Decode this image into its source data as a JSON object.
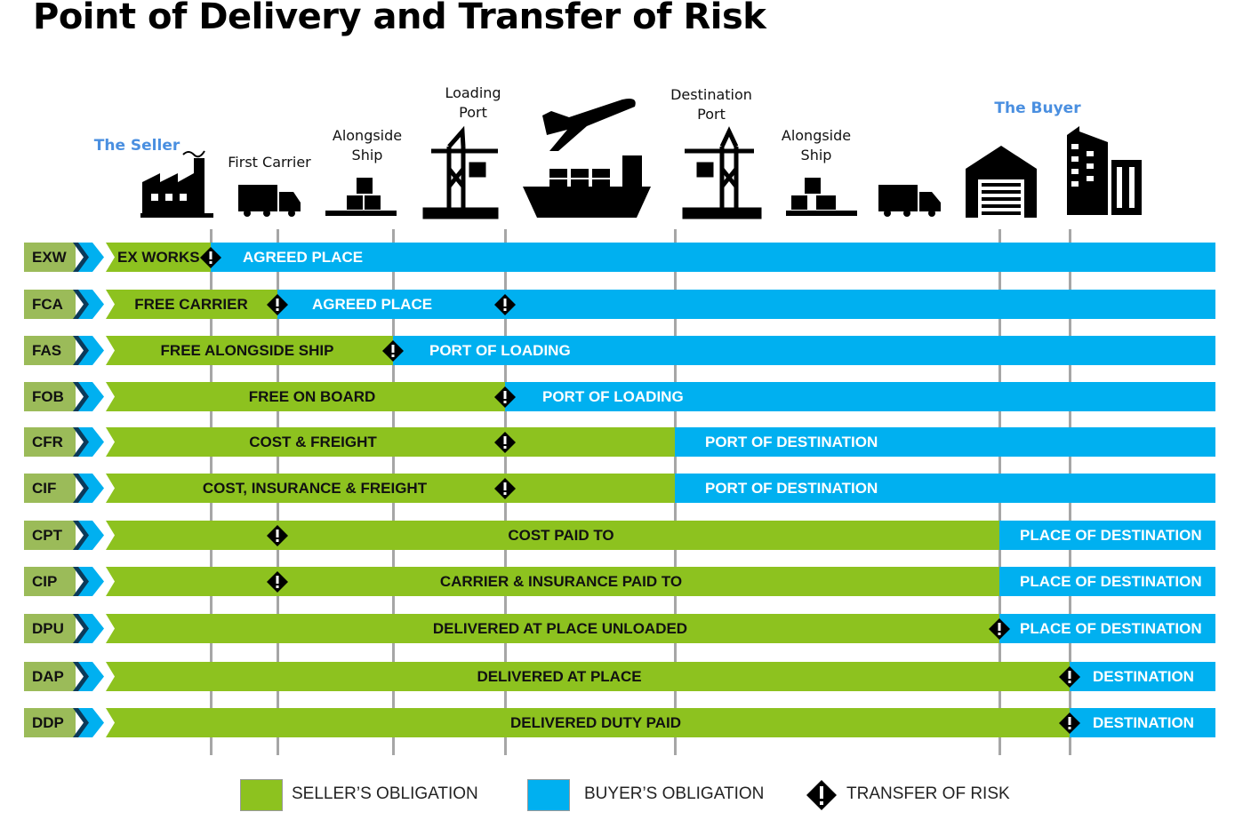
{
  "title": "Point of Delivery and Transfer of Risk",
  "parties": {
    "seller": "The Seller",
    "buyer": "The Buyer"
  },
  "stage_headers": [
    {
      "line1": "First Carrier",
      "line2": ""
    },
    {
      "line1": "Alongside",
      "line2": "Ship"
    },
    {
      "line1": "Loading",
      "line2": "Port"
    },
    {
      "line1": "Destination",
      "line2": "Port"
    },
    {
      "line1": "Alongside",
      "line2": "Ship"
    }
  ],
  "stages": [
    "seller-premises",
    "first-carrier",
    "alongside-ship-origin",
    "loading-port",
    "destination-port",
    "buyer-place",
    "buyer"
  ],
  "icons": [
    "factory-icon",
    "truck-icon",
    "alongside-ship-icon",
    "crane-icon",
    "airplane-icon",
    "cargo-ship-icon",
    "crane-icon",
    "alongside-ship-icon",
    "truck-icon",
    "warehouse-icon",
    "buildings-icon"
  ],
  "rows": [
    {
      "code": "EXW",
      "seller_label": "EX WORKS",
      "buyer_label": "AGREED PLACE",
      "seller_until_stage": 0,
      "risk_stages": [
        0
      ]
    },
    {
      "code": "FCA",
      "seller_label": "FREE CARRIER",
      "buyer_label": "AGREED PLACE",
      "seller_until_stage": 1,
      "risk_stages": [
        1,
        3
      ]
    },
    {
      "code": "FAS",
      "seller_label": "FREE ALONGSIDE SHIP",
      "buyer_label": "PORT OF LOADING",
      "seller_until_stage": 2,
      "risk_stages": [
        2
      ]
    },
    {
      "code": "FOB",
      "seller_label": "FREE  ON BOARD",
      "buyer_label": "PORT OF LOADING",
      "seller_until_stage": 3,
      "risk_stages": [
        3
      ]
    },
    {
      "code": "CFR",
      "seller_label": "COST & FREIGHT",
      "buyer_label": "PORT OF DESTINATION",
      "seller_until_stage": 4,
      "risk_stages": [
        3
      ]
    },
    {
      "code": "CIF",
      "seller_label": "COST, INSURANCE & FREIGHT",
      "buyer_label": "PORT OF DESTINATION",
      "seller_until_stage": 4,
      "risk_stages": [
        3
      ]
    },
    {
      "code": "CPT",
      "seller_label": "COST PAID TO",
      "buyer_label": "PLACE OF DESTINATION",
      "seller_until_stage": 5,
      "risk_stages": [
        1
      ]
    },
    {
      "code": "CIP",
      "seller_label": "CARRIER & INSURANCE PAID TO",
      "buyer_label": "PLACE OF DESTINATION",
      "seller_until_stage": 5,
      "risk_stages": [
        1
      ]
    },
    {
      "code": "DPU",
      "seller_label": "DELIVERED AT PLACE UNLOADED",
      "buyer_label": "PLACE OF DESTINATION",
      "seller_until_stage": 5,
      "risk_stages": [
        5
      ]
    },
    {
      "code": "DAP",
      "seller_label": "DELIVERED AT PLACE",
      "buyer_label": "DESTINATION",
      "seller_until_stage": 6,
      "risk_stages": [
        6
      ]
    },
    {
      "code": "DDP",
      "seller_label": "DELIVERED DUTY PAID",
      "buyer_label": "DESTINATION",
      "seller_until_stage": 6,
      "risk_stages": [
        6
      ]
    }
  ],
  "legend": {
    "seller": "SELLER’S OBLIGATION",
    "buyer": "BUYER’S OBLIGATION",
    "risk": "TRANSFER OF RISK"
  },
  "colors": {
    "seller": "#8dc21f",
    "buyer": "#00b0f0",
    "code_box": "#9bbb59",
    "party": "#4a8fe0"
  }
}
